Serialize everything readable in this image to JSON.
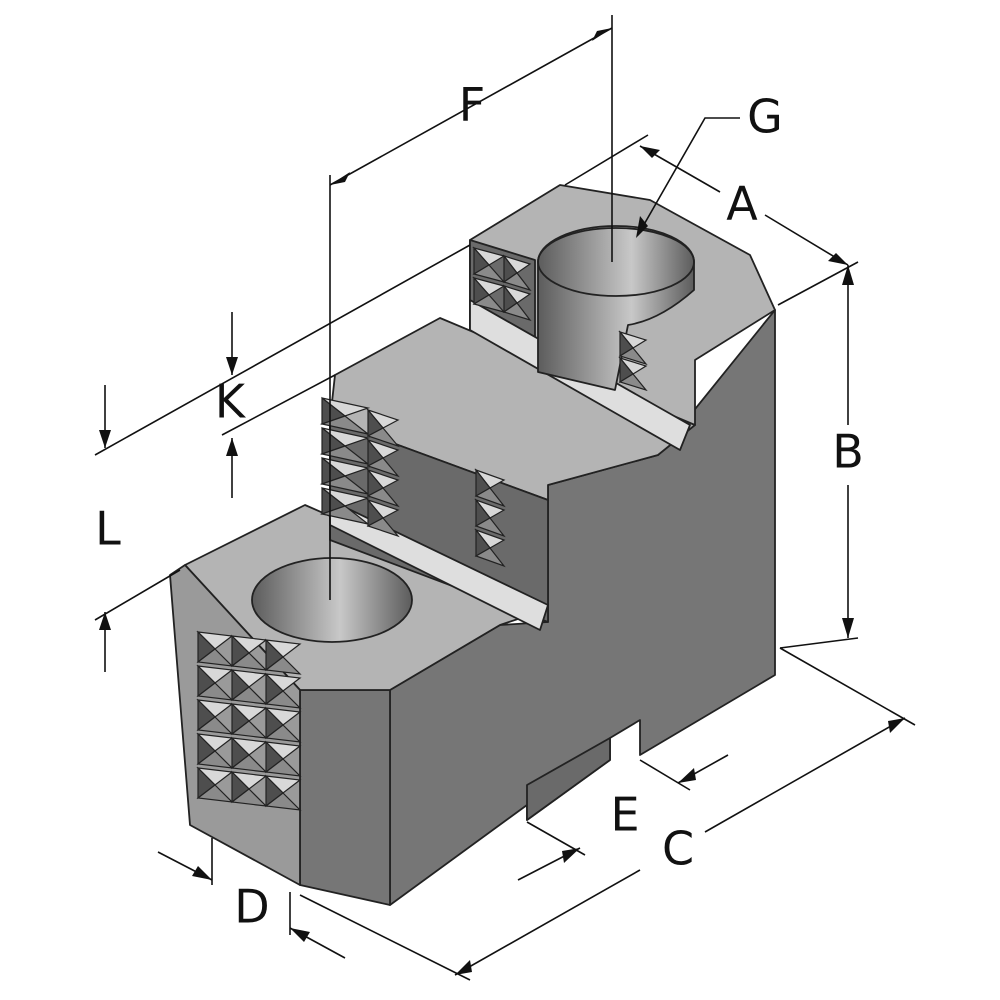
{
  "labels": {
    "A": "A",
    "B": "B",
    "C": "C",
    "D": "D",
    "E": "E",
    "F": "F",
    "G": "G",
    "K": "K",
    "L": "L"
  },
  "colors": {
    "top_face": "#b4b4b4",
    "left_face": "#9a9a9a",
    "front_face": "#767676",
    "dark_face": "#6a6a6a",
    "hole_light": "#c8c8c8",
    "hole_dark": "#5c5c5c",
    "serration_light": "#d8d8d8",
    "serration_dark": "#4e4e4e",
    "slot_face": "#dedede",
    "line": "#111111"
  }
}
